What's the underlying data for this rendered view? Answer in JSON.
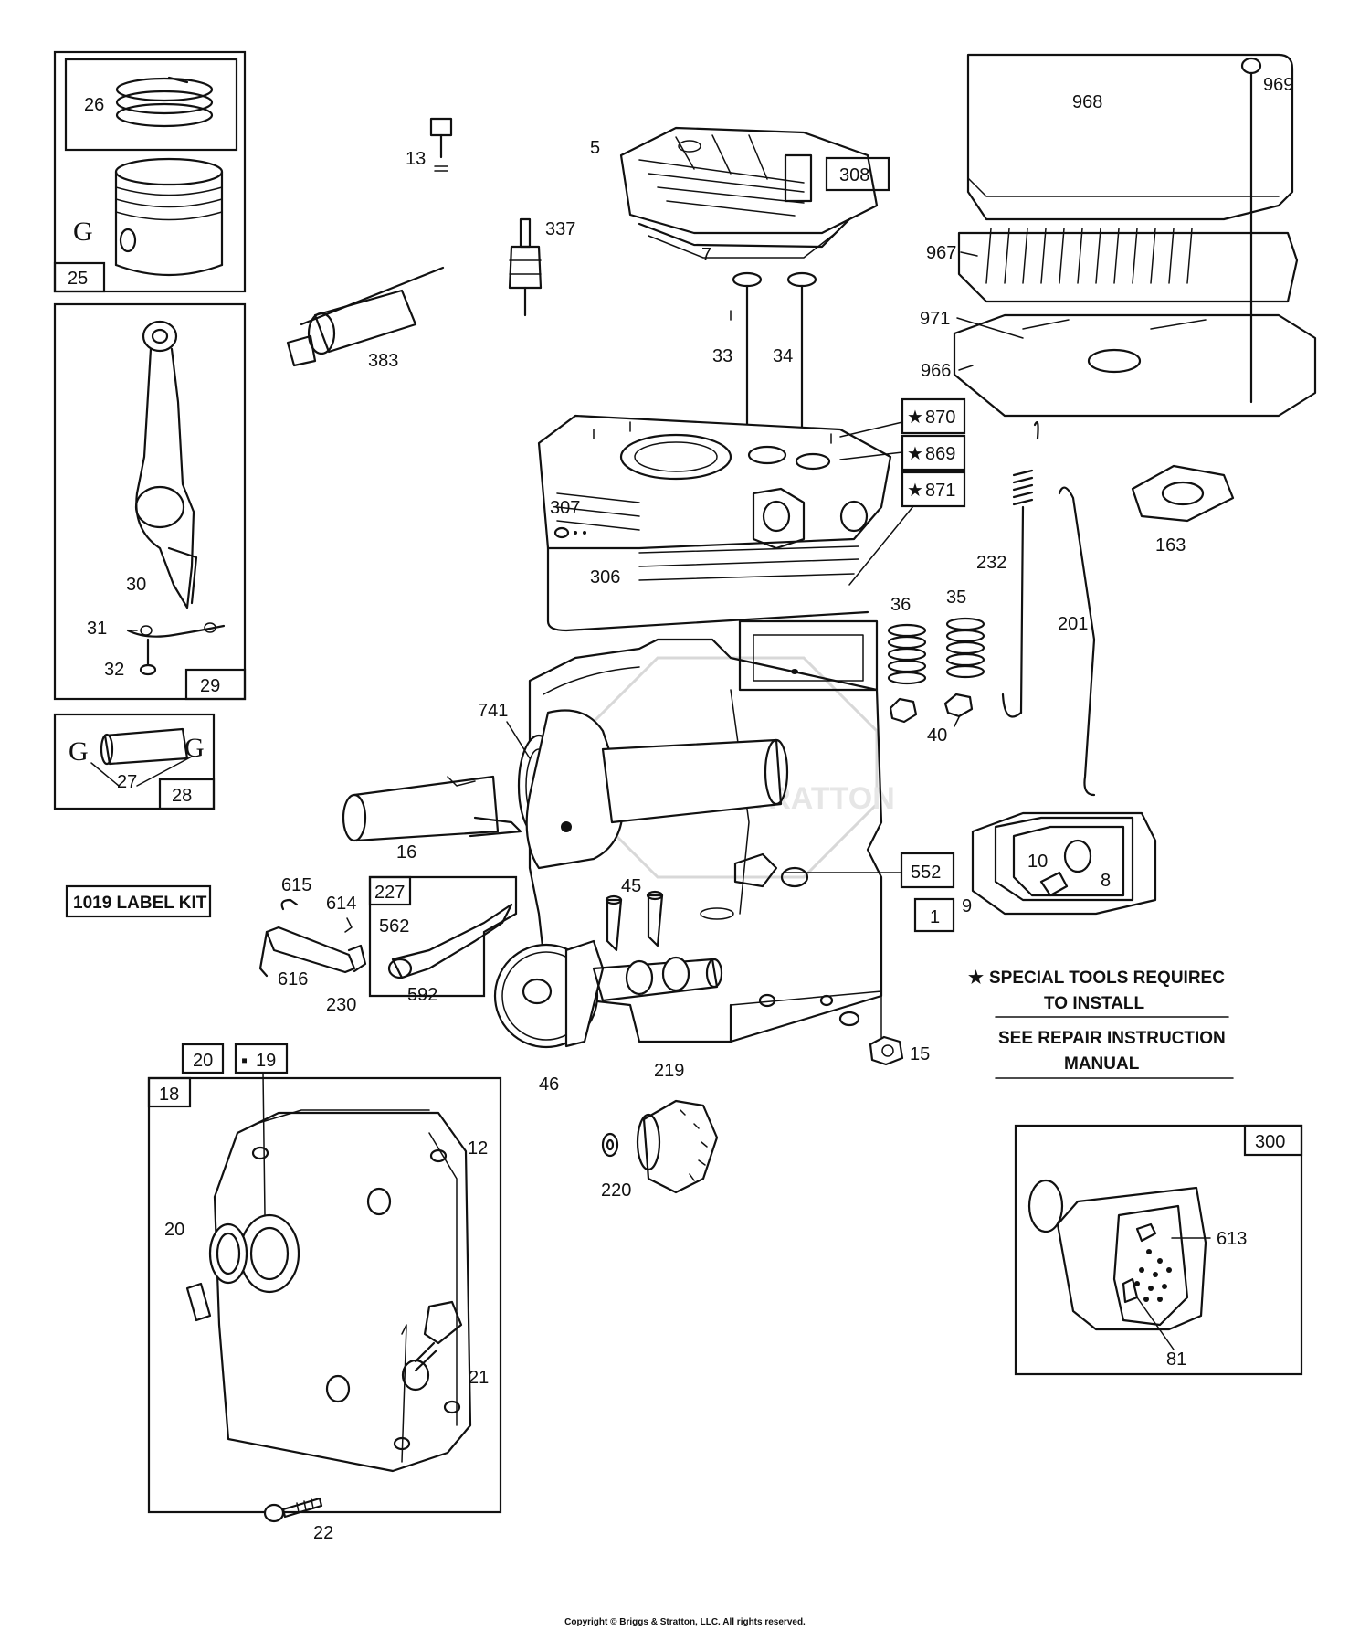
{
  "watermark": "BRIGGS & STRATTON",
  "parts": {
    "p1": "1",
    "p5": "5",
    "p7": "7",
    "p8": "8",
    "p9": "9",
    "p10": "10",
    "p12": "12",
    "p13": "13",
    "p15": "15",
    "p16": "16",
    "p18": "18",
    "p19": "19",
    "p20": "20",
    "p20b": "20",
    "p21": "21",
    "p22": "22",
    "p25": "25",
    "p26": "26",
    "p27": "27",
    "p28": "28",
    "p29": "29",
    "p30": "30",
    "p31": "31",
    "p32": "32",
    "p33": "33",
    "p34": "34",
    "p35": "35",
    "p36": "36",
    "p40": "40",
    "p45": "45",
    "p46": "46",
    "p81": "81",
    "p163": "163",
    "p201": "201",
    "p219": "219",
    "p220": "220",
    "p227": "227",
    "p230": "230",
    "p232": "232",
    "p300": "300",
    "p306": "306",
    "p307": "307",
    "p308": "308",
    "p337": "337",
    "p383": "383",
    "p552": "552",
    "p562": "562",
    "p592": "592",
    "p613": "613",
    "p614": "614",
    "p615": "615",
    "p616": "616",
    "p741": "741",
    "p869": "869",
    "p870": "870",
    "p871": "871",
    "p966": "966",
    "p967": "967",
    "p968": "968",
    "p969": "969",
    "p971": "971",
    "g1": "G",
    "g2": "G",
    "g3": "G"
  },
  "label_kit": "1019 LABEL KIT",
  "notes": {
    "special_tools_line1": "SPECIAL TOOLS REQUIREC",
    "special_tools_line2": "TO INSTALL",
    "repair_line1": "SEE REPAIR INSTRUCTION",
    "repair_line2": "MANUAL"
  },
  "copyright": "Copyright © Briggs & Stratton, LLC. All rights reserved."
}
